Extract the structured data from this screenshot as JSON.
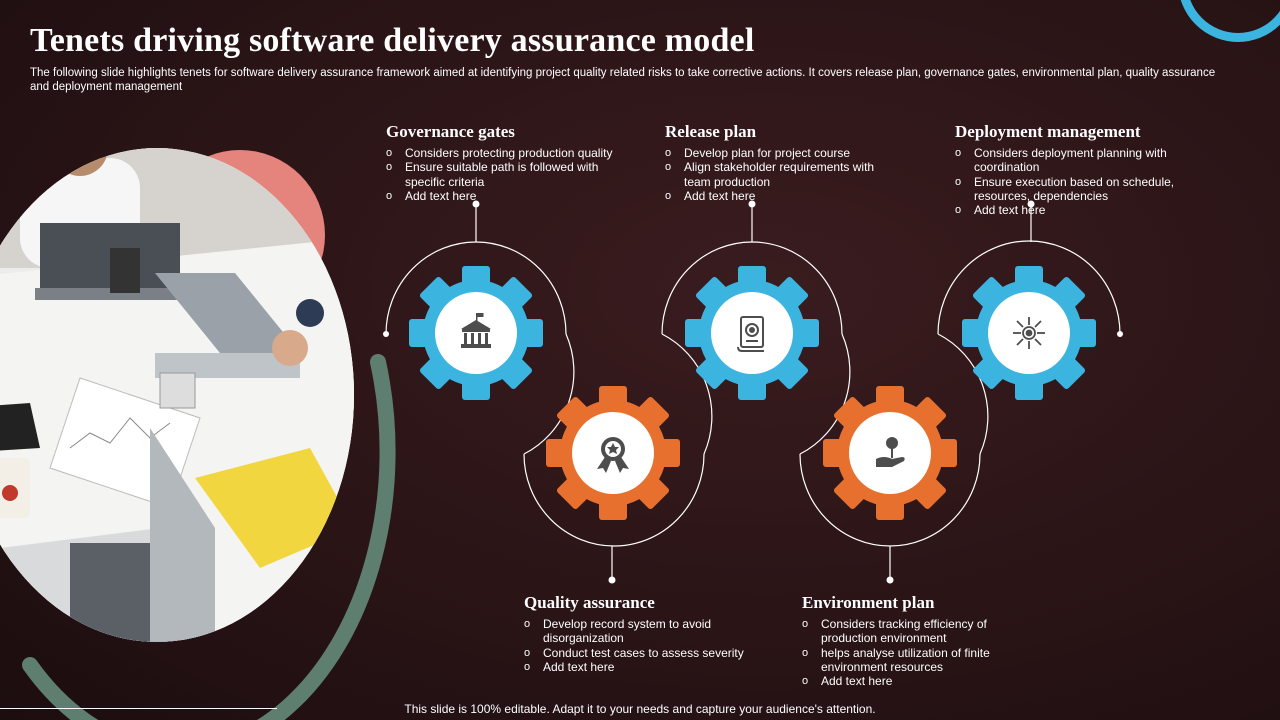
{
  "header": {
    "title": "Tenets driving software delivery assurance model",
    "subtitle": "The following slide highlights tenets for software delivery assurance framework aimed at identifying project quality related risks to take corrective actions. It covers release plan, governance gates, environmental plan, quality assurance and deployment management"
  },
  "colors": {
    "background": "#2a1416",
    "gear_blue": "#3bb4e0",
    "gear_orange": "#e8702f",
    "accent_pink": "#e4847c",
    "accent_green": "#5e7f70"
  },
  "tenets": [
    {
      "title": "Governance gates",
      "icon": "government-building-icon",
      "bullets": [
        "Considers protecting production quality",
        "Ensure suitable path is followed with specific criteria",
        "Add text here"
      ]
    },
    {
      "title": "Release plan",
      "icon": "certificate-gear-icon",
      "bullets": [
        "Develop plan for project course",
        "Align stakeholder requirements with team production",
        "Add text here"
      ]
    },
    {
      "title": "Deployment management",
      "icon": "network-gear-icon",
      "bullets": [
        "Considers deployment planning with coordination",
        "Ensure execution based on schedule, resources, dependencies",
        "Add text here"
      ]
    },
    {
      "title": "Quality assurance",
      "icon": "award-badge-icon",
      "bullets": [
        "Develop record system to avoid disorganization",
        "Conduct test cases to assess severity",
        "Add text here"
      ]
    },
    {
      "title": "Environment plan",
      "icon": "plant-in-hand-icon",
      "bullets": [
        "Considers tracking efficiency of production environment",
        " helps analyse utilization of finite environment resources",
        "Add text here"
      ]
    }
  ],
  "footer": "This slide is 100% editable. Adapt it to your needs and capture your audience's attention."
}
